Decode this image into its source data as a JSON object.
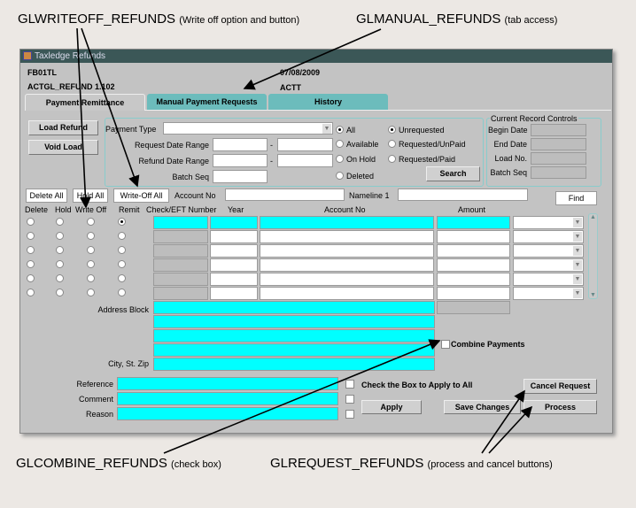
{
  "annotations": {
    "writeoff": {
      "name": "GLWRITEOFF_REFUNDS",
      "note": "(Write off option and button)"
    },
    "manual": {
      "name": "GLMANUAL_REFUNDS",
      "note": "(tab access)"
    },
    "combine": {
      "name": "GLCOMBINE_REFUNDS",
      "note": "(check box)"
    },
    "request": {
      "name": "GLREQUEST_REFUNDS",
      "note": "(process and cancel buttons)"
    }
  },
  "window": {
    "title": "Taxledge Refunds",
    "user": "FB01TL",
    "date": "07/08/2009",
    "form": "ACTGL_REFUND 1.102",
    "code": "ACTT"
  },
  "tabs": [
    "Payment Remittance",
    "Manual Payment Requests",
    "History"
  ],
  "buttons": {
    "load_refund": "Load Refund",
    "void_load": "Void Load",
    "search": "Search",
    "delete_all": "Delete All",
    "hold_all": "Hold All",
    "write_off_all": "Write-Off All",
    "find": "Find",
    "apply": "Apply",
    "save_changes": "Save Changes",
    "cancel_request": "Cancel Request",
    "process": "Process"
  },
  "filters": {
    "payment_type": "Payment Type",
    "payment_type_value": "",
    "request_date_range": "Request Date Range",
    "refund_date_range": "Refund Date Range",
    "batch_seq": "Batch Seq",
    "dash": "-",
    "status_radios": [
      {
        "label": "All",
        "selected": true
      },
      {
        "label": "Available",
        "selected": false
      },
      {
        "label": "On Hold",
        "selected": false
      },
      {
        "label": "Deleted",
        "selected": false
      }
    ],
    "request_radios": [
      {
        "label": "Unrequested",
        "selected": true
      },
      {
        "label": "Requested/UnPaid",
        "selected": false
      },
      {
        "label": "Requested/Paid",
        "selected": false
      }
    ]
  },
  "record_controls": {
    "title": "Current Record Controls",
    "fields": [
      "Begin Date",
      "End Date",
      "Load No.",
      "Batch Seq"
    ]
  },
  "search_row": {
    "account_no": "Account No",
    "nameline": "Nameline 1"
  },
  "grid": {
    "headers": [
      "Delete",
      "Hold",
      "Write Off",
      "Remit",
      "Check/EFT Number",
      "Year",
      "Account No",
      "Amount"
    ],
    "row_count": 6,
    "selected_remit_row": 0
  },
  "address": {
    "address_block": "Address Block",
    "city": "City, St. Zip",
    "combine": "Combine Payments"
  },
  "bottom": {
    "reference": "Reference",
    "comment": "Comment",
    "reason": "Reason",
    "apply_all": "Check the Box to Apply to All"
  }
}
